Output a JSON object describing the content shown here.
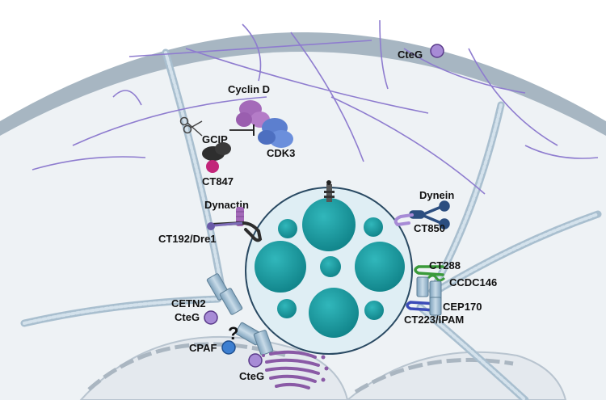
{
  "labels": {
    "cteg_top": "CteG",
    "cyclin_d": "Cyclin D",
    "gcip": "GCIP",
    "cdk3": "CDK3",
    "ct847": "CT847",
    "dynactin": "Dynactin",
    "ct192": "CT192/Dre1",
    "dynein": "Dynein",
    "ct850": "CT850",
    "ct288": "CT288",
    "ccdc146": "CCDC146",
    "cetn2": "CETN2",
    "cteg_left": "CteG",
    "cep170": "CEP170",
    "ct223": "CT223/IPAM",
    "question": "?",
    "cpaf": "CPAF",
    "cteg_bottom": "CteG"
  },
  "colors": {
    "cell_membrane": "#9fb0bd",
    "cytoplasm": "#eef2f5",
    "actin_filament": "#8e7ccf",
    "microtubule": "#b9cbd8",
    "inclusion_fill": "#dfeef4",
    "inclusion_border": "#2a4a63",
    "chlamydia_body": "#1d9aa0",
    "cteg": "#a78bd6",
    "cyclin_d": "#a46ab9",
    "cdk3": "#5c7fcf",
    "gcip": "#2e2e2e",
    "ct847": "#c2257a",
    "dynein": "#2c4e80",
    "ct288": "#3a9a3a",
    "ct223": "#3b4bb8",
    "cpaf": "#3d7fd1",
    "golgi": "#8a5aa6"
  },
  "icons": [
    "scissors-icon",
    "inhibition-arrow-icon",
    "centrosome-icon",
    "golgi-icon"
  ]
}
